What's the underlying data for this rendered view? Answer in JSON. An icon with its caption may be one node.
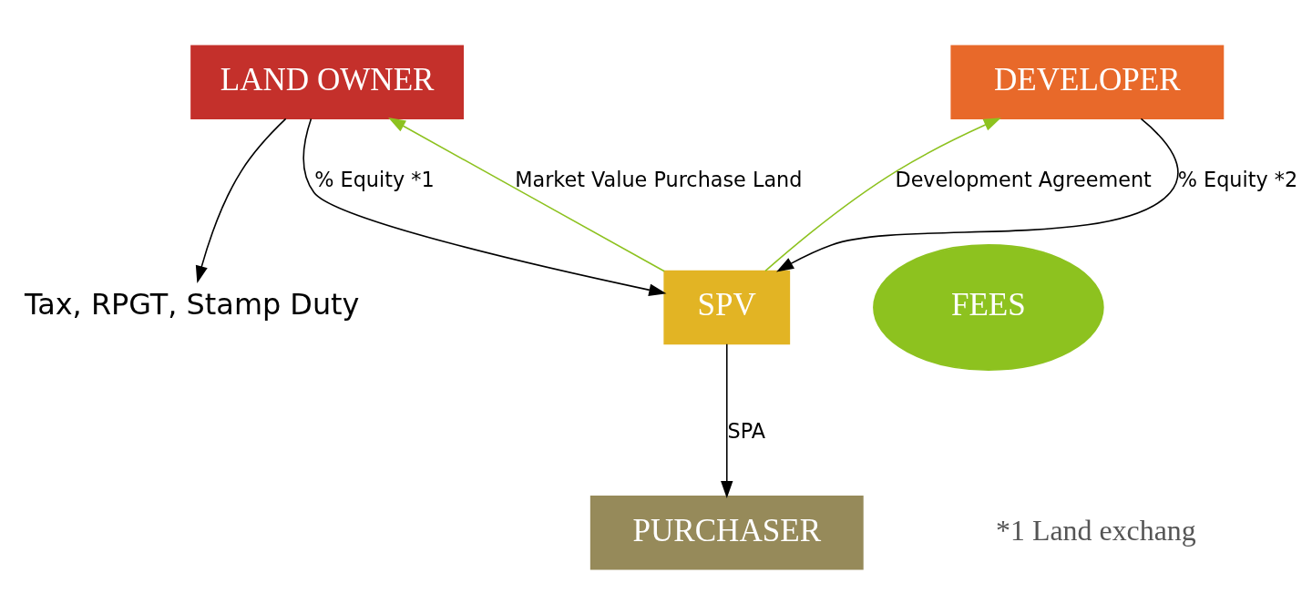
{
  "diagram": {
    "nodes": [
      {
        "text": [
          "LAND OWNER"
        ]
      },
      {
        "text": [
          "DEVELOPER"
        ]
      },
      {
        "text": [
          "SPV"
        ]
      },
      {
        "text": [
          "Tax, RPGT, Stamp Duty"
        ]
      },
      {
        "text": [
          "FEES"
        ]
      },
      {
        "text": [
          "PURCHASER"
        ]
      }
    ],
    "edges": [
      {
        "from": 0,
        "to": 3,
        "arrow": "to"
      },
      {
        "from": 0,
        "to": 2,
        "arrow": "to",
        "label": "% Equity *1"
      },
      {
        "from": 2,
        "to": 0,
        "arrow": "to",
        "label": "Market Value Purchase Land",
        "color": "#8dc21f"
      },
      {
        "from": 1,
        "to": 2,
        "arrow": "to",
        "label": "% Equity *2"
      },
      {
        "from": 2,
        "to": 1,
        "arrow": "to",
        "label": "Development Agreement",
        "color": "#8dc21f"
      },
      {
        "from": 2,
        "to": 5,
        "arrow": "to",
        "label": "SPA"
      }
    ],
    "labels": [
      "*1 Land exchang"
    ]
  }
}
